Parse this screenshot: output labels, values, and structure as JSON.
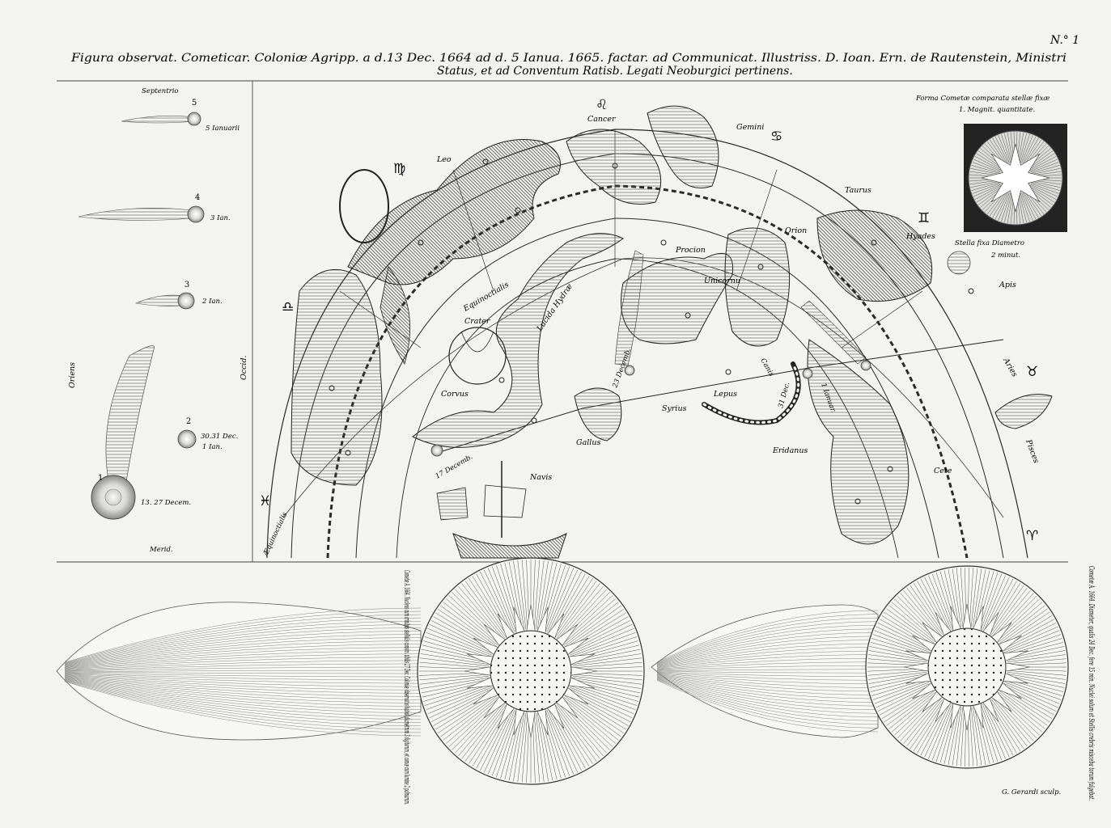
{
  "header": {
    "plate_no": "N.° 1",
    "title_line1": "Figura observat. Cometicar. Coloniæ Agripp. a d.13 Dec. 1664 ad d. 5 Ianua. 1665. factar. ad Communicat. Illustriss. D. Ioan. Ern. de Rautenstein, Ministri",
    "title_line2": "Status, et ad Conventum Ratisb. Legati Neoburgici pertinens."
  },
  "left_panel": {
    "north": "Septentrio",
    "south": "Merid.",
    "east": "Oriens",
    "west": "Occid.",
    "comets": [
      {
        "num": "5",
        "date": "5 Ianuarii"
      },
      {
        "num": "4",
        "date": "3 Ian."
      },
      {
        "num": "3",
        "date": "2 Ian."
      },
      {
        "num": "2",
        "date_line1": "30.31 Dec.",
        "date_line2": "1 Ian."
      },
      {
        "num": "1",
        "date": "13. 27 Decem."
      }
    ]
  },
  "inset": {
    "caption_line1": "Forma Cometæ comparata stellæ fixæ",
    "caption_line2": "1. Magnit. quantitate.",
    "star_line1": "Stella fixa Diametro",
    "star_line2": "2 minut."
  },
  "sky_map": {
    "zodiac_signs": [
      "♍",
      "♌",
      "♋",
      "♊",
      "♉",
      "♈",
      "♓",
      "♎"
    ],
    "constellations": [
      "Leo",
      "Cancer",
      "Gemini",
      "Taurus",
      "Hyades",
      "Orion",
      "Procion",
      "Unicornu",
      "Equinoctialis",
      "Lucida Hydræ",
      "Crater",
      "Corvus",
      "Gallus",
      "Syrius",
      "Lepus",
      "Eridanus",
      "Cete",
      "Apis",
      "Aries",
      "Pisces",
      "Navis",
      "Æquinoctialis",
      "Canis"
    ],
    "dates": [
      "17 Decemb.",
      "23 Decemb.",
      "31 Dec.",
      "1 Ianuar."
    ]
  },
  "bottom": {
    "note1": "Cometæ A. 1664. Nucleus cum crinibus stellulis consim. tibilis 27 Dec. Coloniæ observatus habuit diametrum 3 digitorum, et comæ cum lumine 2 palmarum.",
    "note2": "Cometæ A. 1664. Diameter, qualis 24 Dec. fere 15 min. Nuclei solum et Stellis crebris misceba torum fulgebat.",
    "engraver": "G. Gerardi sculp."
  }
}
